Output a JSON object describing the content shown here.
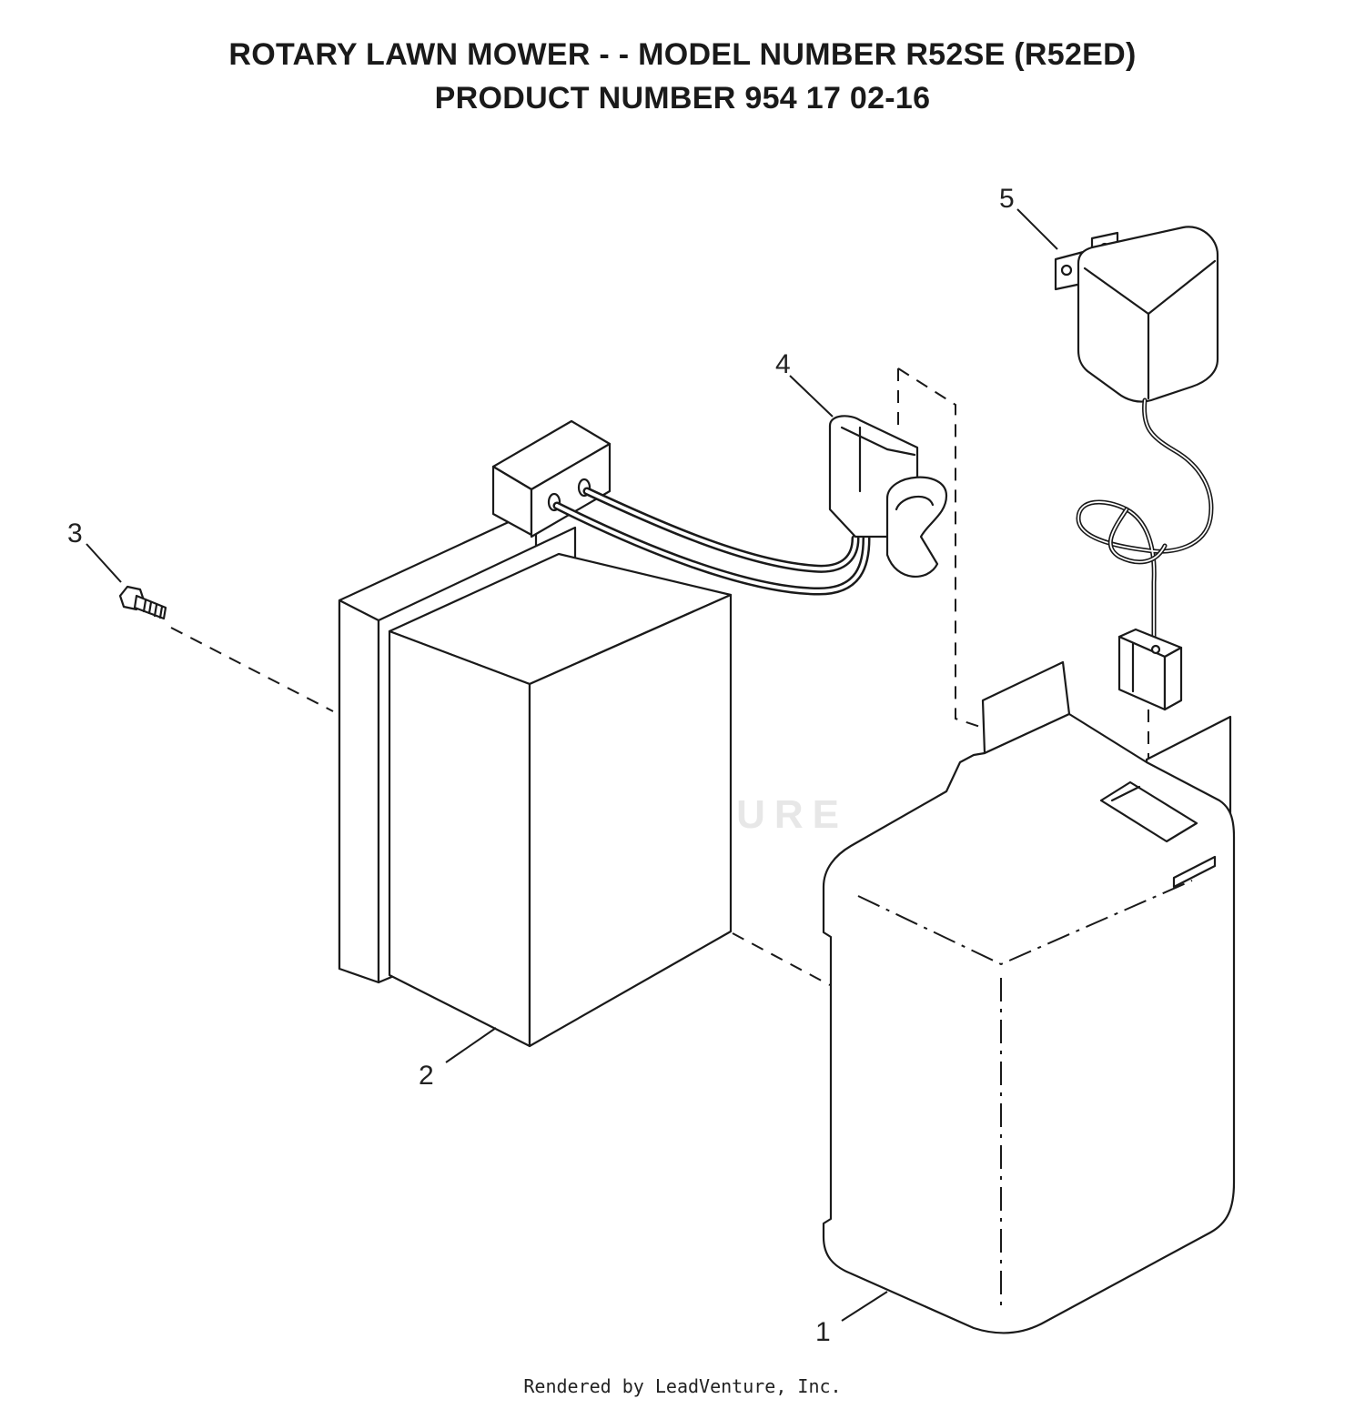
{
  "header": {
    "title_line1": "ROTARY LAWN MOWER - - MODEL NUMBER R52SE (R52ED)",
    "title_line2": "PRODUCT NUMBER 954 17 02-16"
  },
  "callouts": {
    "part1": "1",
    "part2": "2",
    "part3": "3",
    "part4": "4",
    "part5": "5"
  },
  "watermark": {
    "text": "LEADVENTURE"
  },
  "footer": {
    "text": "Rendered by LeadVenture, Inc."
  }
}
